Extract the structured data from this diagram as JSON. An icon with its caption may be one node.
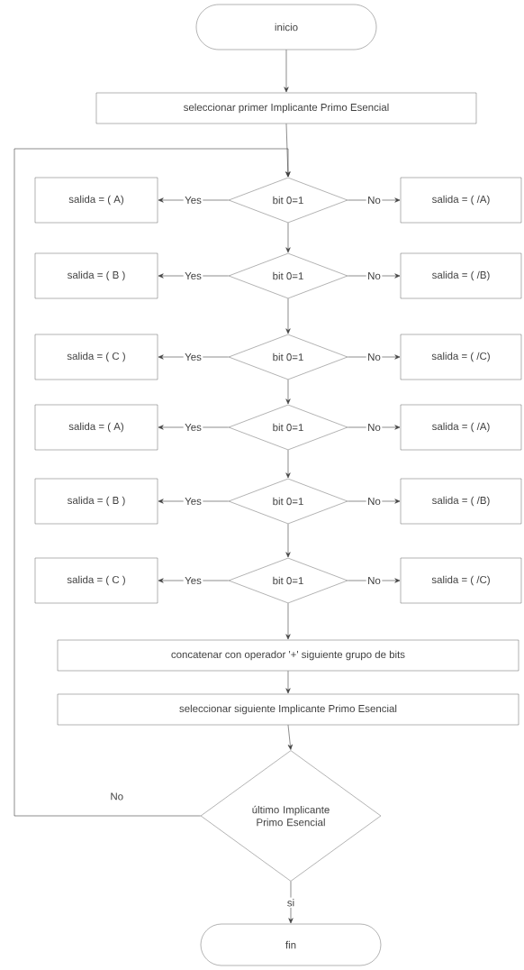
{
  "diagram": {
    "nodes": [
      {
        "text": [
          "inicio"
        ]
      },
      {
        "text": [
          "seleccionar primer Implicante Primo Esencial"
        ]
      },
      {
        "text": [
          "salida = ( A)"
        ]
      },
      {
        "text": [
          "bit 0=1"
        ]
      },
      {
        "text": [
          "salida = ( /A)"
        ]
      },
      {
        "text": [
          "salida = ( B )"
        ]
      },
      {
        "text": [
          "bit 0=1"
        ]
      },
      {
        "text": [
          "salida = ( /B)"
        ]
      },
      {
        "text": [
          "salida = ( C )"
        ]
      },
      {
        "text": [
          "bit 0=1"
        ]
      },
      {
        "text": [
          "salida = ( /C)"
        ]
      },
      {
        "text": [
          "salida = ( A)"
        ]
      },
      {
        "text": [
          "bit 0=1"
        ]
      },
      {
        "text": [
          "salida = ( /A)"
        ]
      },
      {
        "text": [
          "salida = ( B )"
        ]
      },
      {
        "text": [
          "bit 0=1"
        ]
      },
      {
        "text": [
          "salida = ( /B)"
        ]
      },
      {
        "text": [
          "salida = ( C )"
        ]
      },
      {
        "text": [
          "bit 0=1"
        ]
      },
      {
        "text": [
          "salida = ( /C)"
        ]
      },
      {
        "text": [
          "concatenar con operador '+' siguiente grupo de bits"
        ]
      },
      {
        "text": [
          "seleccionar siguiente Implicante Primo Esencial"
        ]
      },
      {
        "text": [
          "último Implicante Primo Esencial"
        ]
      },
      {
        "text": [
          "fin"
        ]
      }
    ],
    "edges": [
      {
        "from": 0,
        "to": 1,
        "arrow": "to"
      },
      {
        "from": 1,
        "to": 3,
        "arrow": "to"
      },
      {
        "from": 3,
        "to": 2,
        "label": "Yes",
        "arrow": "to"
      },
      {
        "from": 3,
        "to": 4,
        "label": "No",
        "arrow": "to"
      },
      {
        "from": 3,
        "to": 6,
        "arrow": "to"
      },
      {
        "from": 6,
        "to": 5,
        "label": "Yes",
        "arrow": "to"
      },
      {
        "from": 6,
        "to": 7,
        "label": "No",
        "arrow": "to"
      },
      {
        "from": 6,
        "to": 9,
        "arrow": "to"
      },
      {
        "from": 9,
        "to": 8,
        "label": "Yes",
        "arrow": "to"
      },
      {
        "from": 9,
        "to": 10,
        "label": "No",
        "arrow": "to"
      },
      {
        "from": 9,
        "to": 12,
        "arrow": "to"
      },
      {
        "from": 12,
        "to": 11,
        "label": "Yes",
        "arrow": "to"
      },
      {
        "from": 12,
        "to": 13,
        "label": "No",
        "arrow": "to"
      },
      {
        "from": 12,
        "to": 15,
        "arrow": "to"
      },
      {
        "from": 15,
        "to": 14,
        "label": "Yes",
        "arrow": "to"
      },
      {
        "from": 15,
        "to": 16,
        "label": "No",
        "arrow": "to"
      },
      {
        "from": 15,
        "to": 18,
        "arrow": "to"
      },
      {
        "from": 18,
        "to": 17,
        "label": "Yes",
        "arrow": "to"
      },
      {
        "from": 18,
        "to": 19,
        "label": "No",
        "arrow": "to"
      },
      {
        "from": 18,
        "to": 20,
        "arrow": "to"
      },
      {
        "from": 20,
        "to": 21,
        "arrow": "to"
      },
      {
        "from": 21,
        "to": 22,
        "arrow": "to"
      },
      {
        "from": 22,
        "to": 3,
        "label": "No",
        "arrow": "to"
      },
      {
        "from": 22,
        "to": 23,
        "label": "si",
        "arrow": "to"
      }
    ]
  }
}
